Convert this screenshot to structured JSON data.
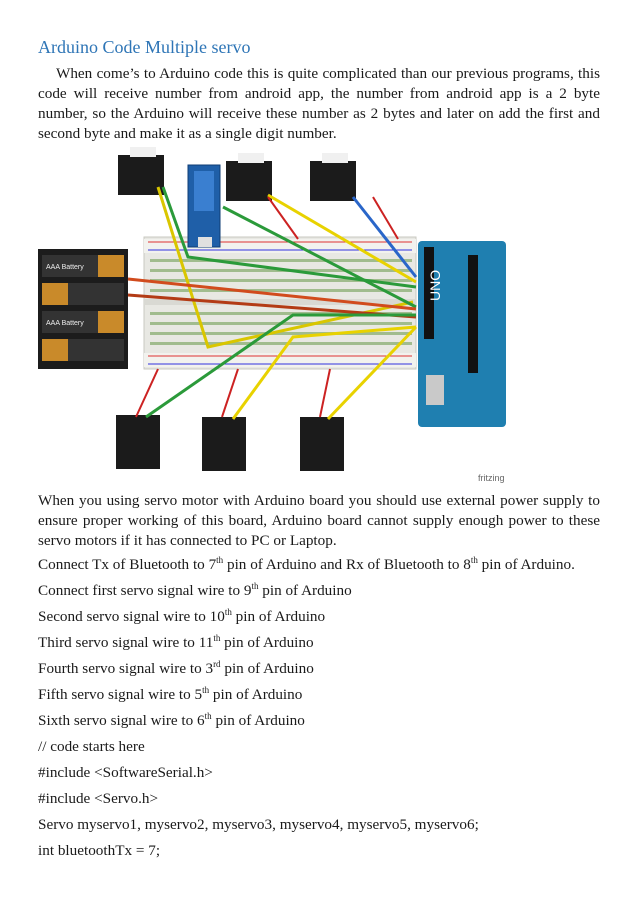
{
  "heading": "Arduino Code Multiple servo",
  "intro": "When come’s to Arduino code this is quite complicated than our previous programs, this code will receive number from android app, the number from android app is a 2 byte number, so the Arduino will receive these number as 2 bytes and later on add the first and second byte and make it as a single digit number.",
  "figure": {
    "battery_label_1": "AAA Battery",
    "battery_label_2": "AAA Battery",
    "arduino_label": "UNO",
    "watermark": "fritzing"
  },
  "power_note": "When you using servo motor with Arduino board you should use external power supply to ensure proper working of this board, Arduino board cannot supply enough power to these servo motors if it has connected to PC or Laptop.",
  "connections": {
    "bt": {
      "a": "Connect Tx of Bluetooth to 7",
      "a_sup": "th",
      "b": " pin of Arduino and Rx of Bluetooth to 8",
      "b_sup": "th",
      "c": " pin of Arduino."
    },
    "s1": {
      "a": "Connect first servo signal wire to 9",
      "sup": "th",
      "b": " pin of Arduino"
    },
    "s2": {
      "a": "Second servo signal wire to 10",
      "sup": "th",
      "b": " pin of Arduino"
    },
    "s3": {
      "a": "Third servo signal wire to 11",
      "sup": "th",
      "b": " pin of Arduino"
    },
    "s4": {
      "a": "Fourth servo signal wire to 3",
      "sup": "rd",
      "b": " pin of Arduino"
    },
    "s5": {
      "a": "Fifth servo signal wire to 5",
      "sup": "th",
      "b": " pin of Arduino"
    },
    "s6": {
      "a": "Sixth servo signal wire to 6",
      "sup": "th",
      "b": " pin of Arduino"
    }
  },
  "code": {
    "comment": "// code starts here",
    "include1": "#include <SoftwareSerial.h>",
    "include2": "#include <Servo.h>",
    "servos": "Servo myservo1, myservo2, myservo3, myservo4, myservo5, myservo6;",
    "bt_tx": "int bluetoothTx = 7;"
  }
}
